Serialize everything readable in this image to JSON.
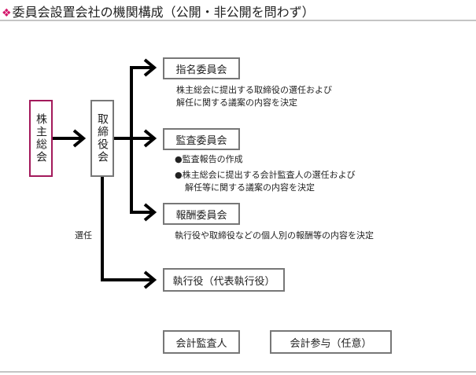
{
  "title": {
    "marker": "❖",
    "text": "委員会設置会社の機関構成（公開・非公開を問わず）"
  },
  "nodes": {
    "shareholders": "株主総会",
    "board": "取締役会",
    "nomination": "指名委員会",
    "audit": "監査委員会",
    "compensation": "報酬委員会",
    "executive": "執行役（代表執行役）",
    "auditor": "会計監査人",
    "advisor": "会計参与（任意）"
  },
  "descriptions": {
    "nomination": [
      "株主総会に提出する取締役の選任および",
      "解任に関する議案の内容を決定"
    ],
    "audit": [
      "●監査報告の作成",
      "●株主総会に提出する会計監査人の選任および",
      "解任等に関する議案の内容を決定"
    ],
    "compensation": "執行役や取締役などの個人別の報酬等の内容を決定"
  },
  "edge_labels": {
    "appoint": "選任"
  },
  "colors": {
    "accent": "#a3195b",
    "border": "#777777"
  }
}
